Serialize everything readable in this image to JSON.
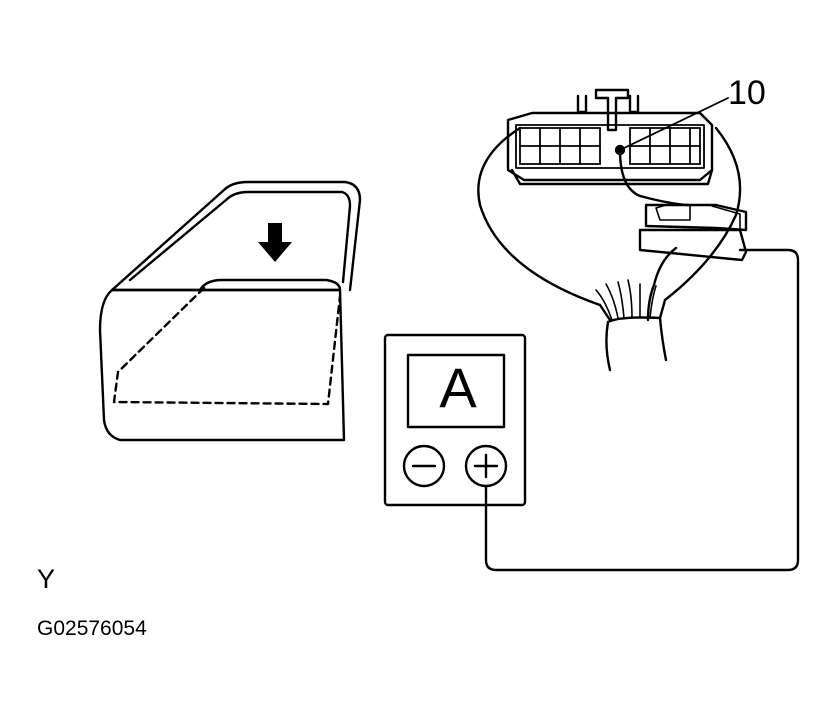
{
  "callouts": {
    "pin_number": "10",
    "view_letter": "Y",
    "figure_code": "G02576054"
  },
  "meter": {
    "display_letter": "A",
    "negative_terminal": "−",
    "positive_terminal": "+"
  },
  "icons": [
    "down-arrow-icon"
  ],
  "colors": {
    "line": "#000000",
    "background": "#ffffff"
  }
}
